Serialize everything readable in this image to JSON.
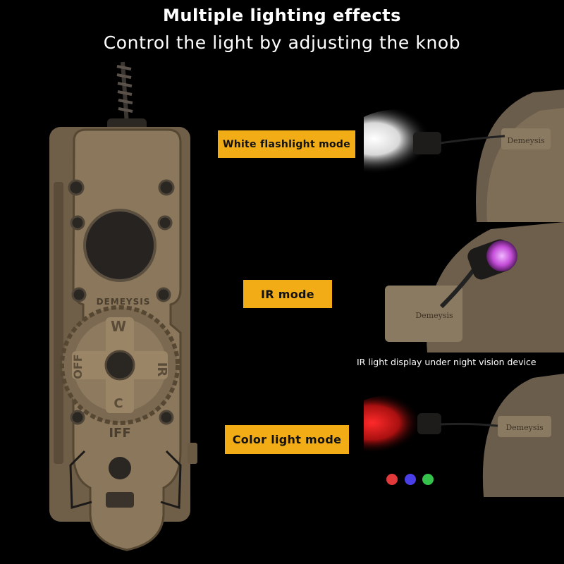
{
  "header": {
    "title": "Multiple lighting effects",
    "subtitle": "Control the light by adjusting the knob"
  },
  "device": {
    "brand": "DEMEYSIS",
    "knob_markings": [
      "W",
      "IR",
      "C",
      "OFF"
    ],
    "lower_marking": "IFF"
  },
  "modes": [
    {
      "label": "White flashlight mode",
      "helmet_brand": "Demeysis",
      "beam_color": "#ffffff"
    },
    {
      "label": "IR mode",
      "helmet_brand": "Demeysis",
      "beam_color": "#c44dd8"
    },
    {
      "label": "Color light mode",
      "helmet_brand": "Demeysis",
      "beam_color": "#d81c1c"
    }
  ],
  "ir_caption": "IR light display under night vision device",
  "color_options": [
    {
      "name": "red",
      "color": "#e23a3a"
    },
    {
      "name": "blue",
      "color": "#4a3ee6"
    },
    {
      "name": "green",
      "color": "#35c24c"
    }
  ],
  "colors": {
    "label_bg": "#f2ad16",
    "device_body": "#8a775c",
    "background": "#000000"
  }
}
